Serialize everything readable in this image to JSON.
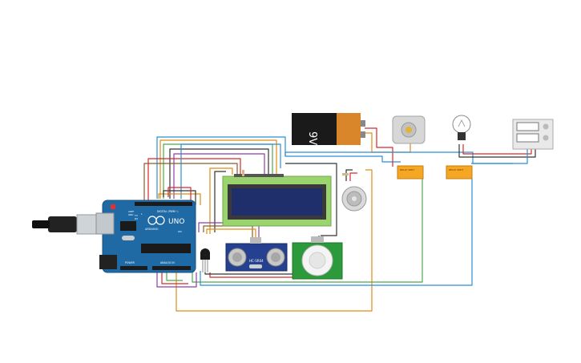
{
  "board": {
    "brand": "UNO",
    "brand_sub": "ARDUINO",
    "label_digital": "DIGITAL (PWM~)",
    "label_power": "POWER",
    "label_analog": "ANALOG IN",
    "label_tx": "TX",
    "label_rx": "RX",
    "label_l": "L",
    "label_on": "ON",
    "label_aref": "AREF",
    "label_gnd": "GND"
  },
  "battery": {
    "label": "9V"
  },
  "ultrasonic": {
    "label": "HC-SR04"
  },
  "relays": [
    {
      "label": "RELAY SPDT"
    },
    {
      "label": "RELAY SPDT"
    }
  ],
  "colors": {
    "wire_orange": "#e08b16",
    "wire_blue": "#2a8fd6",
    "wire_green": "#4fa84a",
    "wire_red": "#d42a2a",
    "wire_black": "#333333",
    "wire_brown": "#8b5a2b",
    "wire_purple": "#8e3fa5",
    "wire_yellow": "#e8c81a",
    "arduino_blue": "#1f6aa5",
    "pir_green": "#2c9a3b",
    "lcd_green": "#9bd36f",
    "relay_orange": "#f5a623",
    "sonar_blue": "#24408e"
  }
}
